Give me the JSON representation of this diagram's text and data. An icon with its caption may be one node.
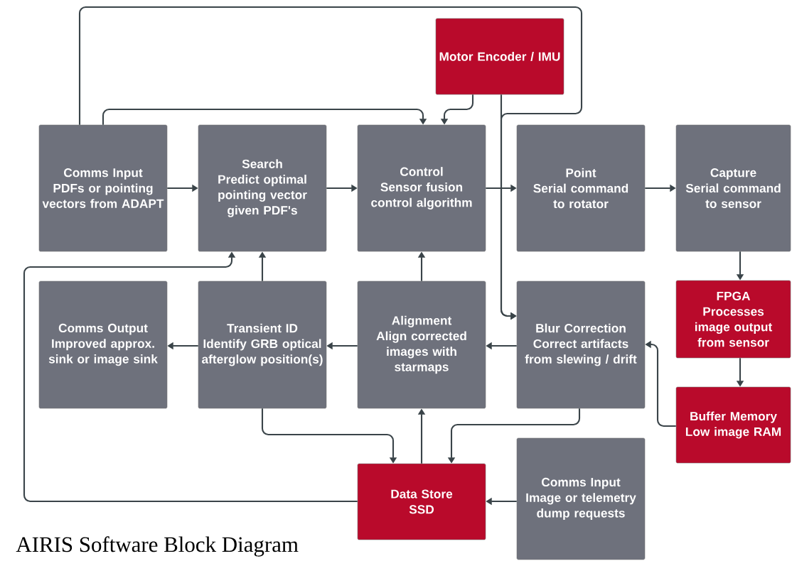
{
  "diagram": {
    "title": "AIRIS Software Block Diagram",
    "nodes": [
      {
        "text": [
          "Motor Encoder / IMU"
        ]
      },
      {
        "text": [
          "Comms Input",
          "PDFs or pointing vectors from ADAPT"
        ]
      },
      {
        "text": [
          "Search",
          "Predict optimal pointing vector given PDF's"
        ]
      },
      {
        "text": [
          "Control",
          "Sensor fusion control algorithm"
        ]
      },
      {
        "text": [
          "Point",
          "Serial command to rotator"
        ]
      },
      {
        "text": [
          "Capture",
          "Serial command to sensor"
        ]
      },
      {
        "text": [
          "Comms Output",
          "Improved approx. sink or image sink"
        ]
      },
      {
        "text": [
          "Transient ID",
          "Identify GRB optical afterglow position(s)"
        ]
      },
      {
        "text": [
          "Alignment",
          "Align corrected images with starmaps"
        ]
      },
      {
        "text": [
          "Blur Correction",
          "Correct artifacts from slewing / drift"
        ]
      },
      {
        "text": [
          "FPGA",
          "Processes image output from sensor"
        ]
      },
      {
        "text": [
          "Buffer Memory",
          "Low image RAM"
        ]
      },
      {
        "text": [
          "Data Store",
          "SSD"
        ]
      },
      {
        "text": [
          "Comms Input",
          "Image or telemetry dump requests"
        ]
      }
    ],
    "edges": [
      {
        "from": 1,
        "to": 2,
        "arrow": "to"
      },
      {
        "from": 2,
        "to": 3,
        "arrow": "to"
      },
      {
        "from": 3,
        "to": 4,
        "arrow": "to"
      },
      {
        "from": 4,
        "to": 5,
        "arrow": "to"
      },
      {
        "from": 5,
        "to": 10,
        "arrow": "to"
      },
      {
        "from": 10,
        "to": 11,
        "arrow": "to"
      },
      {
        "from": 11,
        "to": 9,
        "arrow": "to"
      },
      {
        "from": 9,
        "to": 8,
        "arrow": "to"
      },
      {
        "from": 8,
        "to": 7,
        "arrow": "to"
      },
      {
        "from": 7,
        "to": 6,
        "arrow": "to"
      },
      {
        "from": 8,
        "to": 3,
        "arrow": "to"
      },
      {
        "from": 7,
        "to": 2,
        "arrow": "to"
      },
      {
        "from": 12,
        "to": 8,
        "arrow": "to"
      },
      {
        "from": 7,
        "to": 12,
        "arrow": "to"
      },
      {
        "from": 9,
        "to": 12,
        "arrow": "to"
      },
      {
        "from": 13,
        "to": 12,
        "arrow": "to"
      },
      {
        "from": 12,
        "to": 2,
        "arrow": "to"
      },
      {
        "from": 1,
        "to": 3,
        "arrow": "to"
      },
      {
        "from": 1,
        "to": 9,
        "arrow": "to"
      },
      {
        "from": 0,
        "to": 9,
        "arrow": "to"
      },
      {
        "from": 0,
        "to": 3,
        "arrow": "to"
      }
    ]
  }
}
